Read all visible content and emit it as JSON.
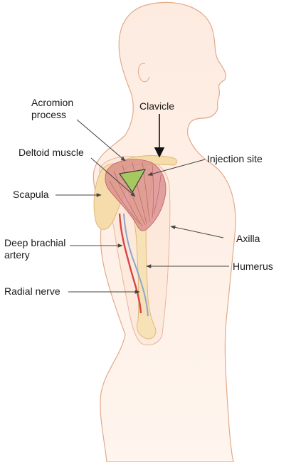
{
  "labels": {
    "acromion_process": "Acromion process",
    "clavicle": "Clavicle",
    "deltoid_muscle": "Deltoid muscle",
    "injection_site": "Injection site",
    "scapula": "Scapula",
    "axilla": "Axilla",
    "deep_brachial_artery": "Deep brachial artery",
    "humerus": "Humerus",
    "radial_nerve": "Radial nerve"
  },
  "colors": {
    "outline": "#e3a98a",
    "skin_fill": "#fdeadd",
    "bone": "#f6dcaa",
    "muscle": "#d98c8c",
    "injection_triangle": "#a6c95f",
    "artery": "#d64545",
    "nerve": "#8fa6c9",
    "pointer": "#444444"
  }
}
